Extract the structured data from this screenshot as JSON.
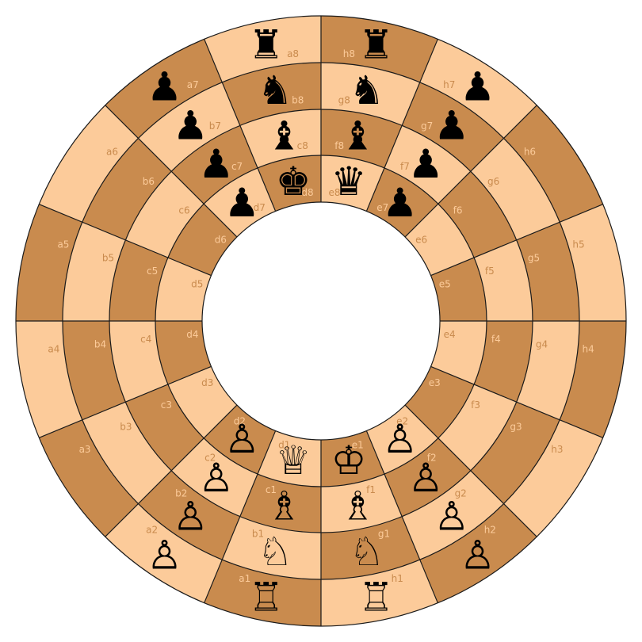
{
  "board": {
    "files": [
      "a",
      "b",
      "c",
      "d",
      "e",
      "f",
      "g",
      "h"
    ],
    "ranks": [
      "1",
      "2",
      "3",
      "4",
      "5",
      "6",
      "7",
      "8"
    ],
    "colors": {
      "light": "#fccb9a",
      "dark": "#c98b4e",
      "line": "#1a1a1a",
      "label_on_light": "#c98b4e",
      "label_on_dark": "#fccb9a"
    }
  },
  "pieces": [
    {
      "square": "a1",
      "color": "white",
      "type": "rook",
      "glyph": "♖"
    },
    {
      "square": "h1",
      "color": "white",
      "type": "rook",
      "glyph": "♖"
    },
    {
      "square": "b1",
      "color": "white",
      "type": "knight",
      "glyph": "♘"
    },
    {
      "square": "g1",
      "color": "white",
      "type": "knight",
      "glyph": "♘"
    },
    {
      "square": "c1",
      "color": "white",
      "type": "bishop",
      "glyph": "♗"
    },
    {
      "square": "f1",
      "color": "white",
      "type": "bishop",
      "glyph": "♗"
    },
    {
      "square": "d1",
      "color": "white",
      "type": "queen",
      "glyph": "♕"
    },
    {
      "square": "e1",
      "color": "white",
      "type": "king",
      "glyph": "♔"
    },
    {
      "square": "a2",
      "color": "white",
      "type": "pawn",
      "glyph": "♙"
    },
    {
      "square": "b2",
      "color": "white",
      "type": "pawn",
      "glyph": "♙"
    },
    {
      "square": "c2",
      "color": "white",
      "type": "pawn",
      "glyph": "♙"
    },
    {
      "square": "d2",
      "color": "white",
      "type": "pawn",
      "glyph": "♙"
    },
    {
      "square": "e2",
      "color": "white",
      "type": "pawn",
      "glyph": "♙"
    },
    {
      "square": "f2",
      "color": "white",
      "type": "pawn",
      "glyph": "♙"
    },
    {
      "square": "g2",
      "color": "white",
      "type": "pawn",
      "glyph": "♙"
    },
    {
      "square": "h2",
      "color": "white",
      "type": "pawn",
      "glyph": "♙"
    },
    {
      "square": "a8",
      "color": "black",
      "type": "rook",
      "glyph": "♜"
    },
    {
      "square": "h8",
      "color": "black",
      "type": "rook",
      "glyph": "♜"
    },
    {
      "square": "b8",
      "color": "black",
      "type": "knight",
      "glyph": "♞"
    },
    {
      "square": "g8",
      "color": "black",
      "type": "knight",
      "glyph": "♞"
    },
    {
      "square": "c8",
      "color": "black",
      "type": "bishop",
      "glyph": "♝"
    },
    {
      "square": "f8",
      "color": "black",
      "type": "bishop",
      "glyph": "♝"
    },
    {
      "square": "d8",
      "color": "black",
      "type": "king",
      "glyph": "♚"
    },
    {
      "square": "e8",
      "color": "black",
      "type": "queen",
      "glyph": "♛"
    },
    {
      "square": "a7",
      "color": "black",
      "type": "pawn",
      "glyph": "♟"
    },
    {
      "square": "b7",
      "color": "black",
      "type": "pawn",
      "glyph": "♟"
    },
    {
      "square": "c7",
      "color": "black",
      "type": "pawn",
      "glyph": "♟"
    },
    {
      "square": "d7",
      "color": "black",
      "type": "pawn",
      "glyph": "♟"
    },
    {
      "square": "e7",
      "color": "black",
      "type": "pawn",
      "glyph": "♟"
    },
    {
      "square": "f7",
      "color": "black",
      "type": "pawn",
      "glyph": "♟"
    },
    {
      "square": "g7",
      "color": "black",
      "type": "pawn",
      "glyph": "♟"
    },
    {
      "square": "h7",
      "color": "black",
      "type": "pawn",
      "glyph": "♟"
    }
  ]
}
